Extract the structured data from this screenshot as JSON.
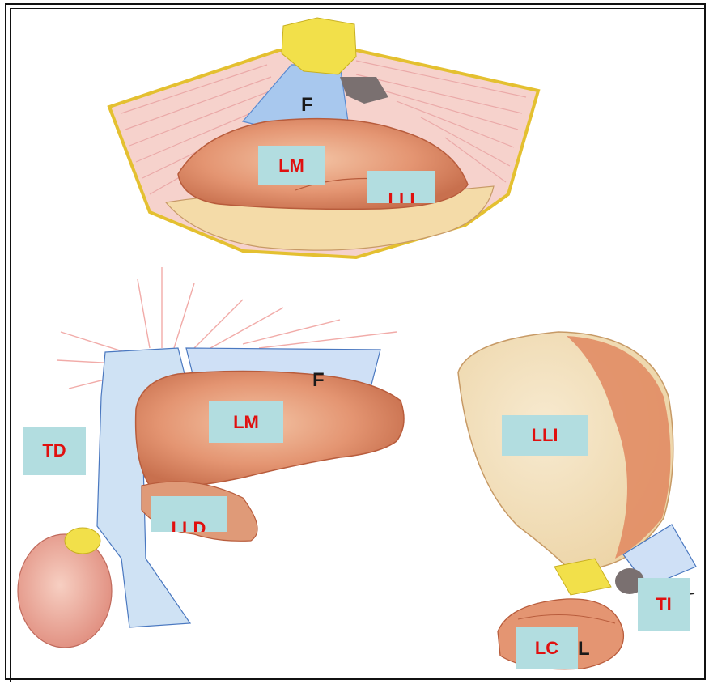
{
  "labels": {
    "lm_top": "LM",
    "lli_top": "LLI",
    "lm_left": "LM",
    "td": "TD",
    "lld": "LLD",
    "lli_right": "LLI",
    "ti": "TI",
    "lc": "LC"
  },
  "letters": {
    "f_top": "F",
    "f_left": "F",
    "l_bottom": "L"
  },
  "colors": {
    "label_background": "#b2dde0",
    "label_text": "#e0100f",
    "liver": "#e09070",
    "muscle": "#f0c0b8",
    "ligament": "#a8c8ee",
    "fat": "#f2e04a",
    "tan": "#f2ddb0"
  }
}
